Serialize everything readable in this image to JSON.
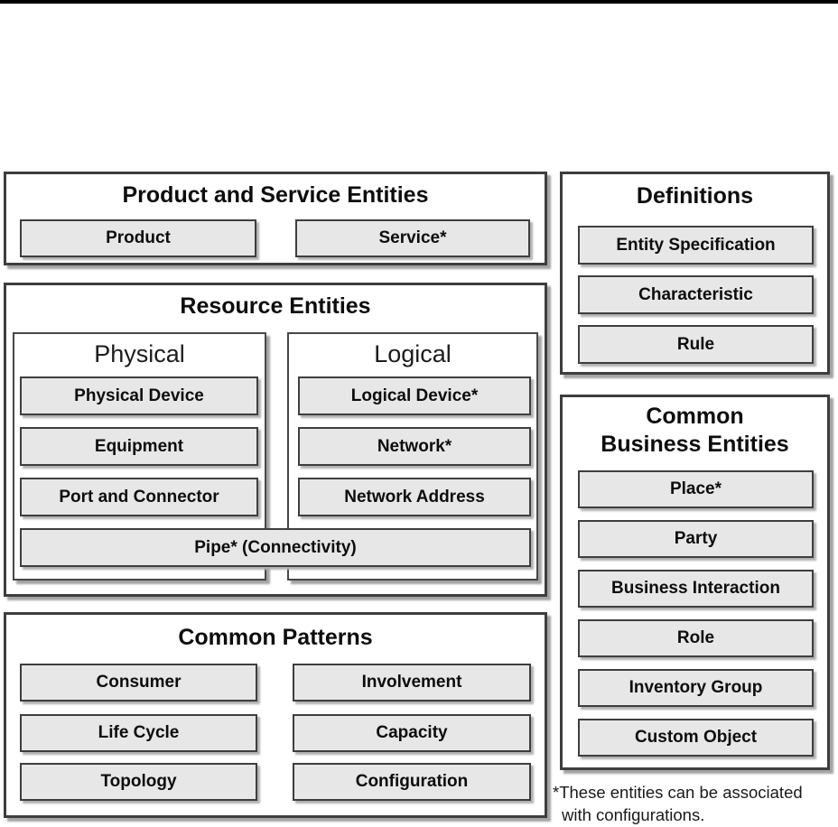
{
  "diagram": {
    "groups": {
      "product_service": {
        "title": "Product and Service Entities",
        "items": {
          "product": "Product",
          "service": "Service*"
        }
      },
      "resource": {
        "title": "Resource Entities",
        "physical": {
          "title": "Physical",
          "items": {
            "physical_device": "Physical Device",
            "equipment": "Equipment",
            "port_and_connector": "Port and Connector"
          }
        },
        "logical": {
          "title": "Logical",
          "items": {
            "logical_device": "Logical Device*",
            "network": "Network*",
            "network_address": "Network Address"
          }
        },
        "pipe": "Pipe* (Connectivity)"
      },
      "common_patterns": {
        "title": "Common Patterns",
        "items": {
          "consumer": "Consumer",
          "involvement": "Involvement",
          "life_cycle": "Life Cycle",
          "capacity": "Capacity",
          "topology": "Topology",
          "configuration": "Configuration"
        }
      },
      "definitions": {
        "title": "Definitions",
        "items": {
          "entity_specification": "Entity Specification",
          "characteristic": "Characteristic",
          "rule": "Rule"
        }
      },
      "common_business": {
        "title_line1": "Common",
        "title_line2": "Business Entities",
        "items": {
          "place": "Place*",
          "party": "Party",
          "business_interaction": "Business Interaction",
          "role": "Role",
          "inventory_group": "Inventory Group",
          "custom_object": "Custom Object"
        }
      }
    },
    "footnote": {
      "line1": "*These entities can be associated",
      "line2": "with configurations."
    },
    "colors": {
      "background": "#ffffff",
      "box_fill": "#ffffff",
      "item_fill": "#e7e7e7",
      "border": "#3e3e3e",
      "shadow": "#a3a3a3",
      "text": "#111111",
      "top_rule": "#000000"
    }
  }
}
